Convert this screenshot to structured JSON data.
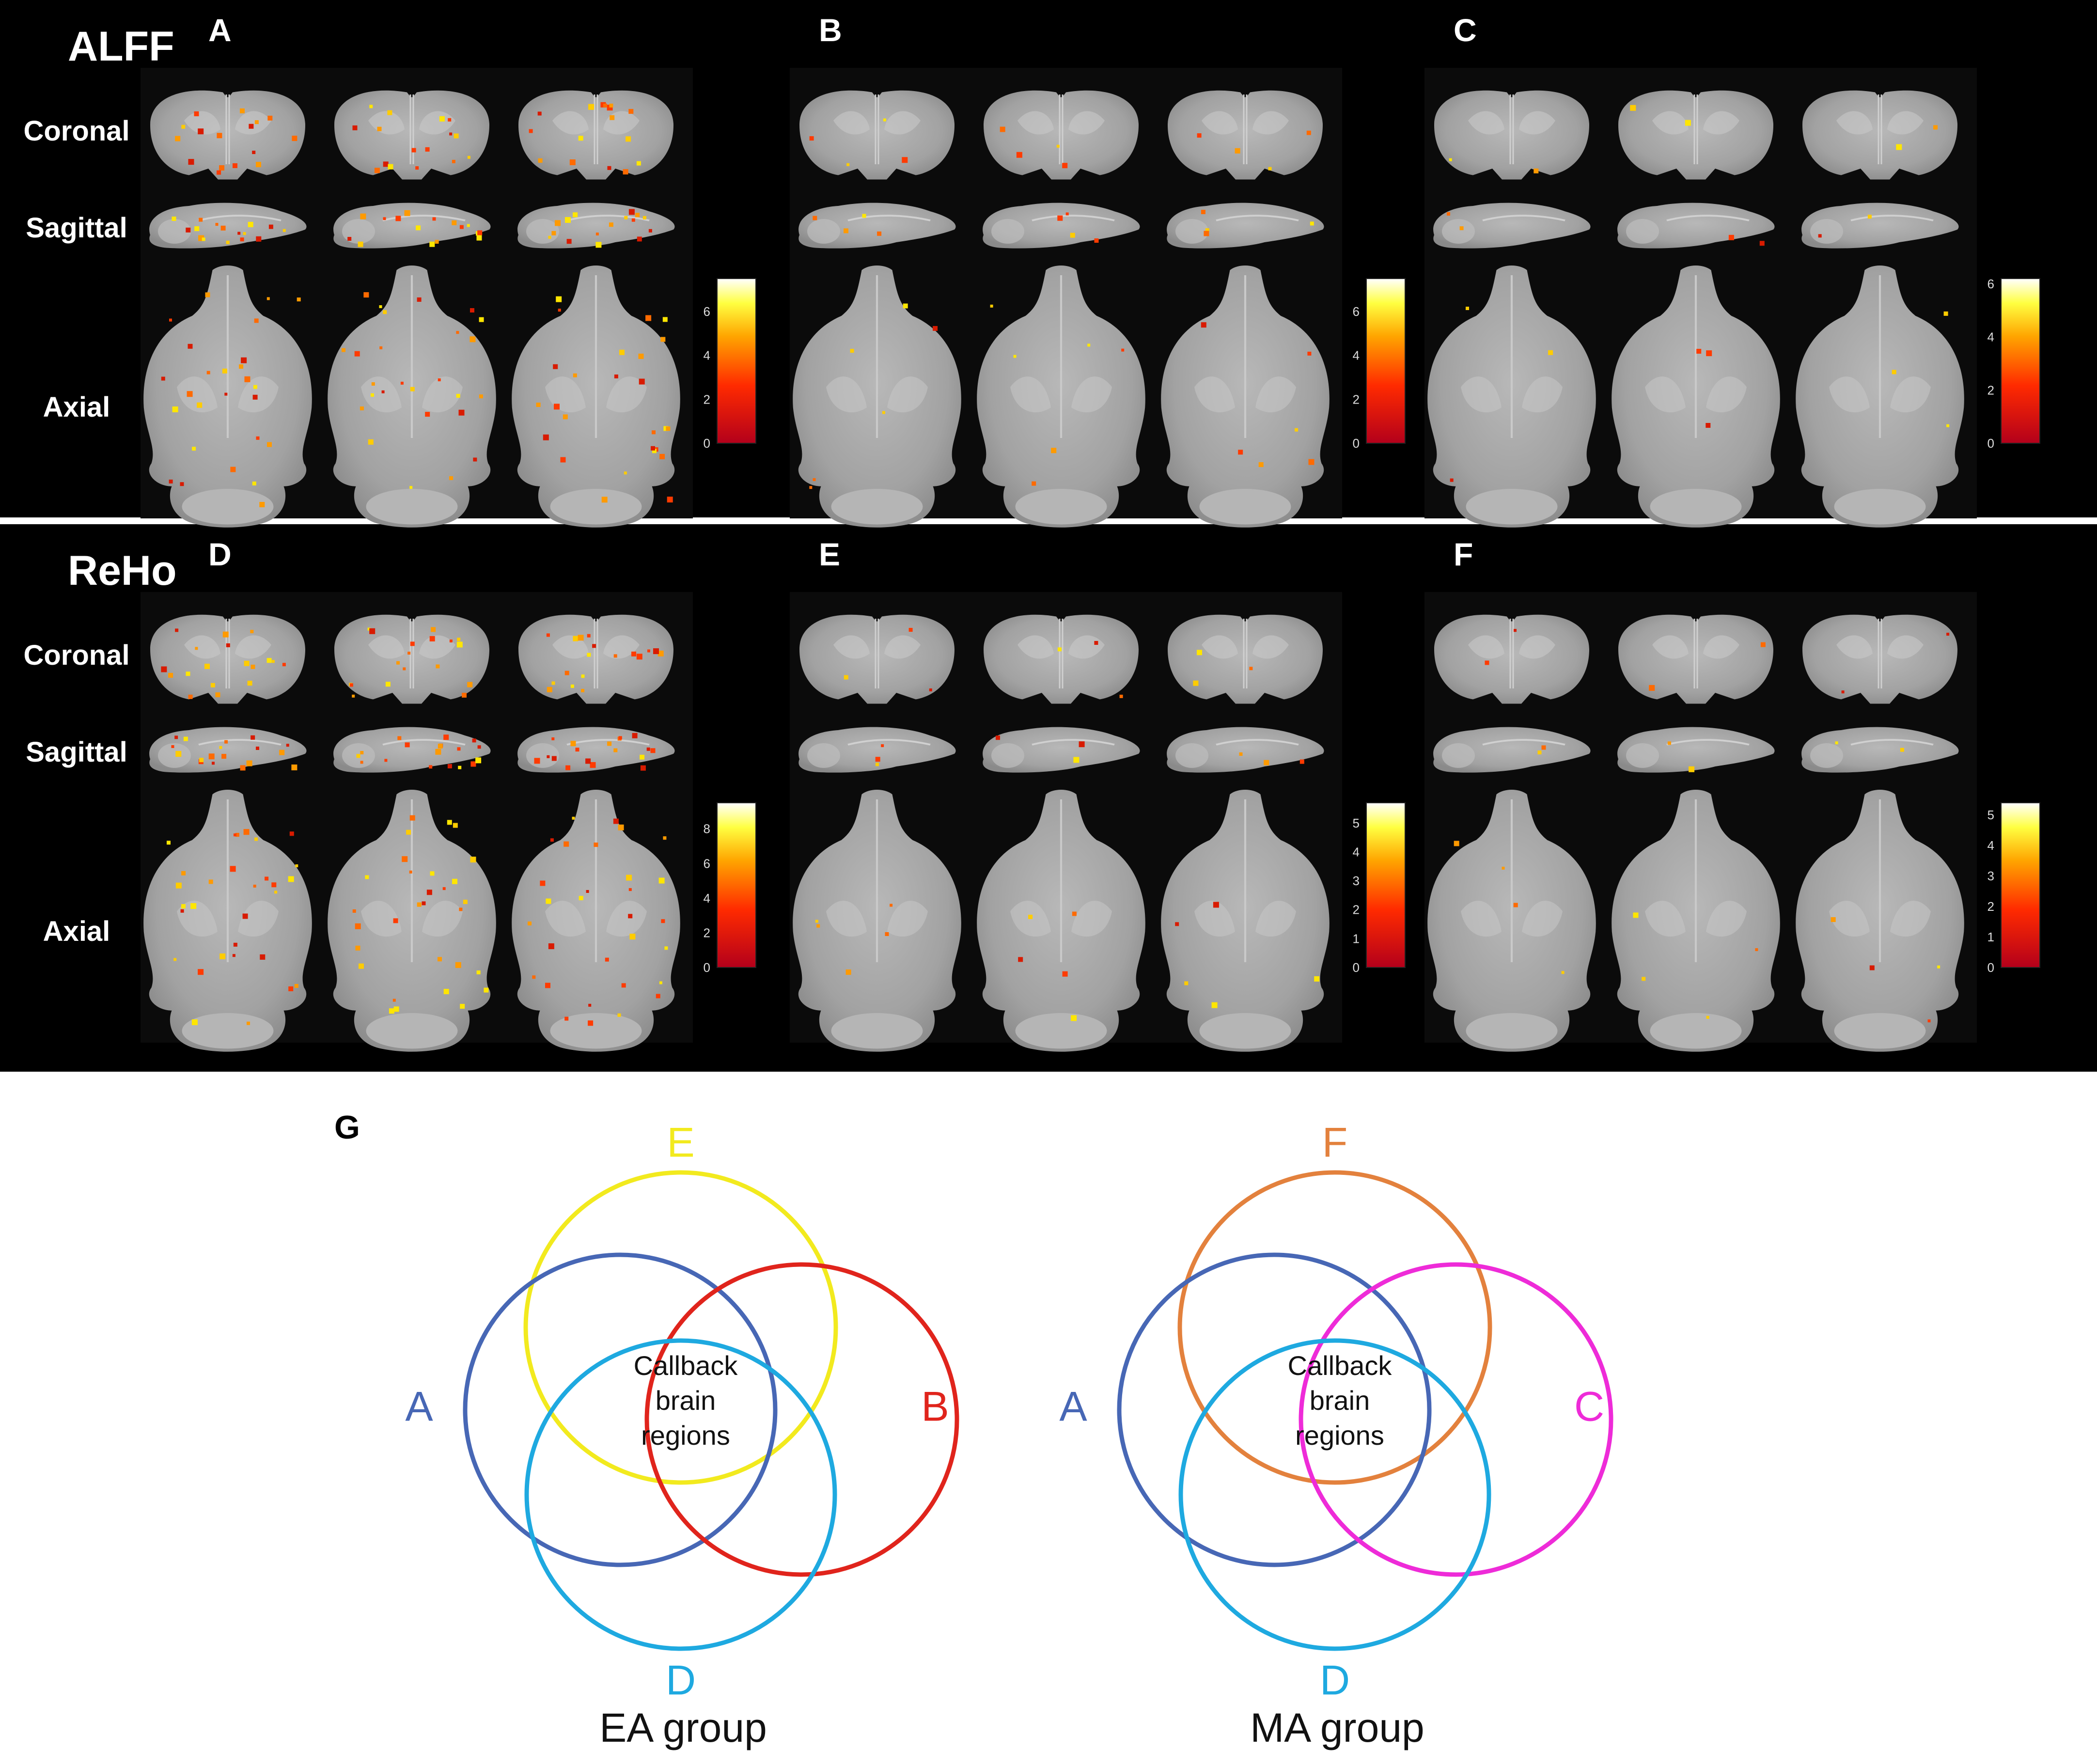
{
  "rows": [
    {
      "measure": "ALFF",
      "views": [
        "Coronal",
        "Sagittal",
        "Axial"
      ],
      "panels": [
        {
          "letter": "A",
          "colorbar_ticks": [
            "0",
            "2",
            "4",
            "6"
          ],
          "colorbar_max": 7.5
        },
        {
          "letter": "B",
          "colorbar_ticks": [
            "0",
            "2",
            "4",
            "6"
          ],
          "colorbar_max": 7.5
        },
        {
          "letter": "C",
          "colorbar_ticks": [
            "0",
            "2",
            "4",
            "6"
          ],
          "colorbar_max": 6.2
        }
      ]
    },
    {
      "measure": "ReHo",
      "views": [
        "Coronal",
        "Sagittal",
        "Axial"
      ],
      "panels": [
        {
          "letter": "D",
          "colorbar_ticks": [
            "0",
            "2",
            "4",
            "6",
            "8"
          ],
          "colorbar_max": 9.5
        },
        {
          "letter": "E",
          "colorbar_ticks": [
            "0",
            "1",
            "2",
            "3",
            "4",
            "5"
          ],
          "colorbar_max": 5.7
        },
        {
          "letter": "F",
          "colorbar_ticks": [
            "0",
            "1",
            "2",
            "3",
            "4",
            "5"
          ],
          "colorbar_max": 5.4
        }
      ]
    }
  ],
  "venn": {
    "panel_letter": "G",
    "diagrams": [
      {
        "caption": "EA group",
        "center_lines": [
          "Callback",
          "brain",
          "regions"
        ],
        "circles": [
          {
            "label": "E",
            "color": "#f2ea1e"
          },
          {
            "label": "A",
            "color": "#4767b5"
          },
          {
            "label": "B",
            "color": "#e0241c"
          },
          {
            "label": "D",
            "color": "#1ea9e0"
          }
        ]
      },
      {
        "caption": "MA group",
        "center_lines": [
          "Callback",
          "brain",
          "regions"
        ],
        "circles": [
          {
            "label": "F",
            "color": "#e3813d"
          },
          {
            "label": "A",
            "color": "#4767b5"
          },
          {
            "label": "C",
            "color": "#ee2bd8"
          },
          {
            "label": "D",
            "color": "#1ea9e0"
          }
        ]
      }
    ]
  },
  "colors": {
    "background": "#000000",
    "brain_tissue": "#a9a9a9",
    "colorbar_low": "#b3001b",
    "colorbar_mid": "#ff8c00",
    "colorbar_high": "#ffffff"
  }
}
